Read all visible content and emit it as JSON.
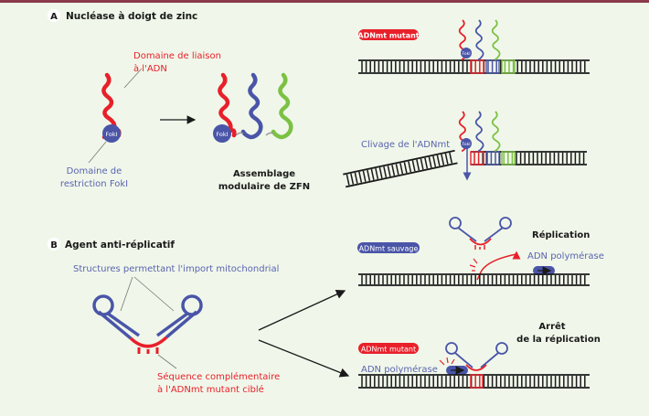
{
  "colors": {
    "red": "#e8202a",
    "blue": "#4a55a8",
    "green": "#7cc143",
    "text_blue": "#5a63b0",
    "text_red": "#e8202a",
    "black": "#1a1a1a",
    "background": "#f0f7ea",
    "top_bar": "#8a3a4c"
  },
  "panel_a": {
    "letter": "A",
    "title": "Nucléase à doigt de zinc",
    "label_binding": [
      "Domaine de liaison",
      "à l'ADN"
    ],
    "label_restriction": [
      "Domaine de",
      "restriction FokI"
    ],
    "foki_label": "FokI",
    "assembly_label": [
      "Assemblage",
      "modulaire de ZFN"
    ],
    "badge_mutant": "ADNmt mutant",
    "cleavage_label": "Clivage de l'ADNmt"
  },
  "panel_b": {
    "letter": "B",
    "title": "Agent anti-réplicatif",
    "label_import": "Structures permettant l'import mitochondrial",
    "label_complementary": [
      "Séquence complémentaire",
      "à l'ADNmt mutant ciblé"
    ],
    "badge_wild": "ADNmt sauvage",
    "badge_mutant": "ADNmt mutant",
    "replication_label": "Réplication",
    "polymerase_label_top": "ADN polymérase",
    "arrest_label": [
      "Arrêt",
      "de la réplication"
    ],
    "polymerase_label_bottom": "ADN polymérase"
  }
}
